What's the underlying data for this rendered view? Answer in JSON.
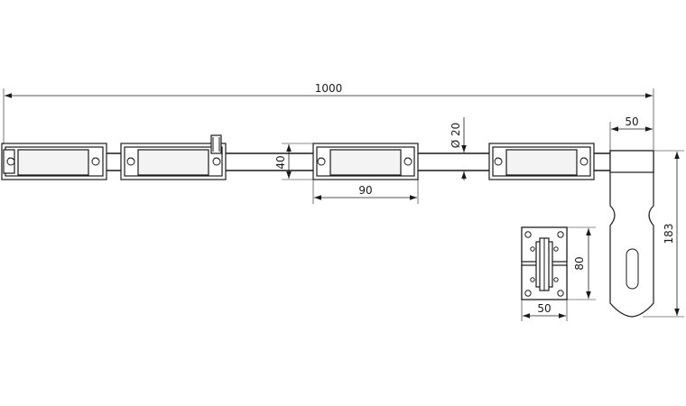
{
  "dimensions": {
    "total_length": "1000",
    "bracket_length": "90",
    "bracket_height": "40",
    "rod_diameter": "Ø 20",
    "hasp_width": "50",
    "hasp_height": "183",
    "guide_width": "50",
    "guide_height": "80"
  },
  "colors": {
    "line": "#1a1a1a",
    "background": "#ffffff"
  }
}
